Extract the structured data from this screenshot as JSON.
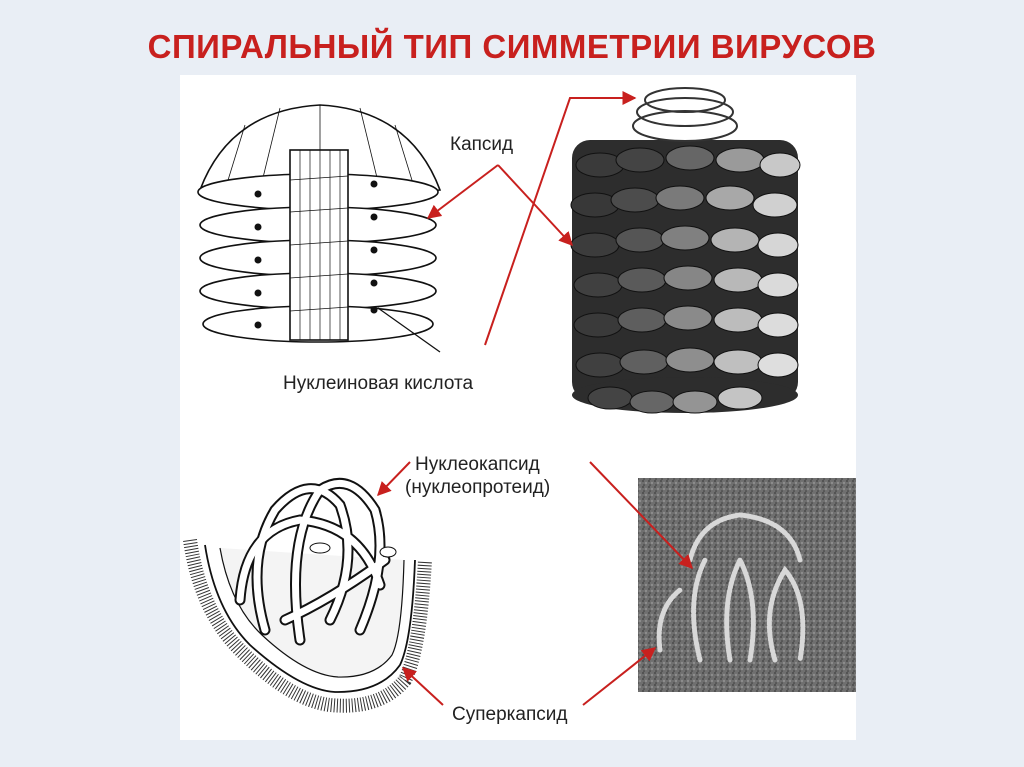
{
  "title": "СПИРАЛЬНЫЙ ТИП СИММЕТРИИ ВИРУСОВ",
  "labels": {
    "capsid": "Капсид",
    "nucleic_acid": "Нуклеиновая кислота",
    "nucleocapsid": "Нуклеокапсид",
    "nucleoprotein": "(нуклеопротеид)",
    "supercapsid": "Суперкапсид"
  },
  "colors": {
    "title": "#c8201e",
    "arrow": "#c8201e",
    "background": "#e9eef5",
    "panel": "#ffffff"
  }
}
